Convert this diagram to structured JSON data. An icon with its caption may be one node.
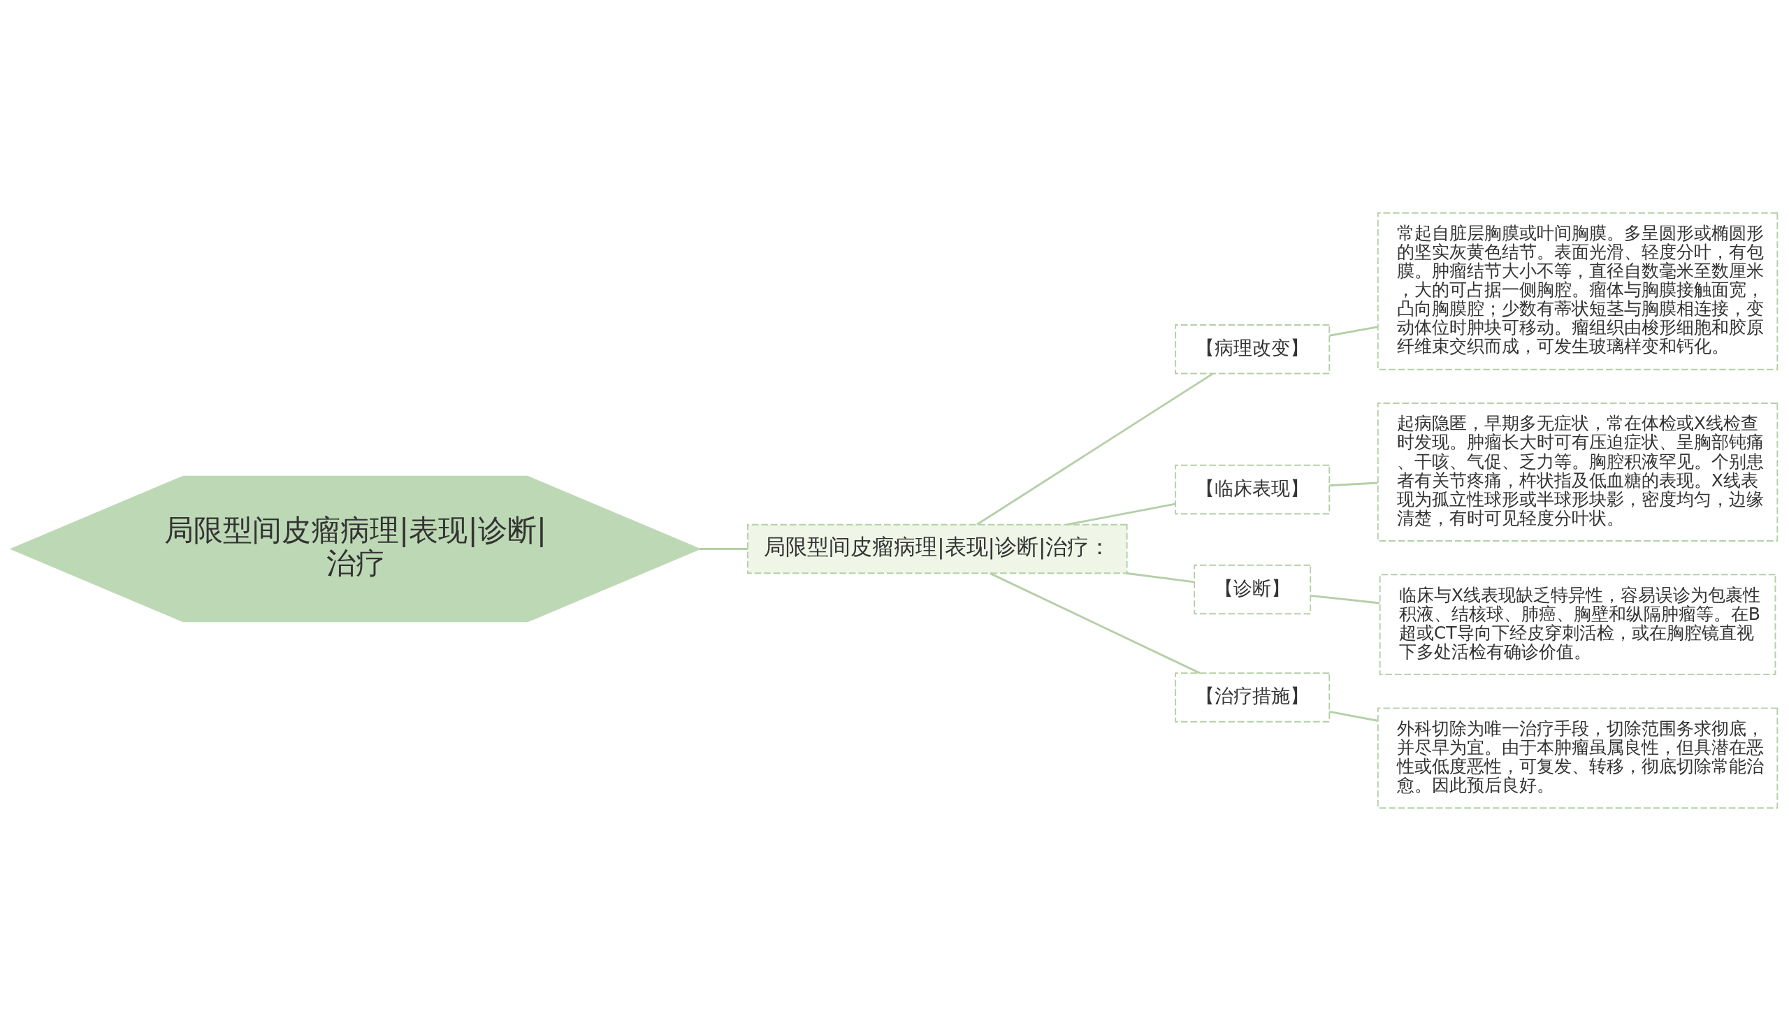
{
  "diagram": {
    "nodes": [
      {
        "text": [
          "局限型间皮瘤病理|表现|诊断|治疗"
        ]
      },
      {
        "text": [
          "局限型间皮瘤病理|表现|诊断|治疗："
        ]
      },
      {
        "text": [
          "【病理改变】"
        ]
      },
      {
        "text": [
          "常起自脏层胸膜或叶间胸膜。多呈圆形或椭圆形的坚实灰黄色结节。表面光滑、轻度分叶，有包膜。肿瘤结节大小不等，直径自数毫米至数厘米，大的可占据一侧胸腔。瘤体与胸膜接触面宽，凸向胸膜腔；少数有蒂状短茎与胸膜相连接，变动体位时肿块可移动。瘤组织由梭形细胞和胶原纤维束交织而成，可发生玻璃样变和钙化。"
        ]
      },
      {
        "text": [
          "【临床表现】"
        ]
      },
      {
        "text": [
          "起病隐匿，早期多无症状，常在体检或X线检查时发现。肿瘤长大时可有压迫症状、呈胸部钝痛、干咳、气促、乏力等。胸腔积液罕见。个别患者有关节疼痛，杵状指及低血糖的表现。X线表现为孤立性球形或半球形块影，密度均匀，边缘清楚，有时可见轻度分叶状。"
        ]
      },
      {
        "text": [
          "【诊断】"
        ]
      },
      {
        "text": [
          "临床与X线表现缺乏特异性，容易误诊为包裹性积液、结核球、肺癌、胸壁和纵隔肿瘤等。在B超或CT导向下经皮穿刺活检，或在胸腔镜直视下多处活检有确诊价值。"
        ]
      },
      {
        "text": [
          "【治疗措施】"
        ]
      },
      {
        "text": [
          "外科切除为唯一治疗手段，切除范围务求彻底，并尽早为宜。由于本肿瘤虽属良性，但具潜在恶性或低度恶性，可复发、转移，彻底切除常能治愈。因此预后良好。"
        ]
      }
    ],
    "edges": [
      {
        "from": 0,
        "to": 1,
        "arrow": "none"
      },
      {
        "from": 1,
        "to": 2,
        "arrow": "none"
      },
      {
        "from": 1,
        "to": 4,
        "arrow": "none"
      },
      {
        "from": 1,
        "to": 6,
        "arrow": "none"
      },
      {
        "from": 1,
        "to": 8,
        "arrow": "none"
      },
      {
        "from": 2,
        "to": 3,
        "arrow": "none"
      },
      {
        "from": 4,
        "to": 5,
        "arrow": "none"
      },
      {
        "from": 6,
        "to": 7,
        "arrow": "none"
      },
      {
        "from": 8,
        "to": 9,
        "arrow": "none"
      }
    ]
  }
}
